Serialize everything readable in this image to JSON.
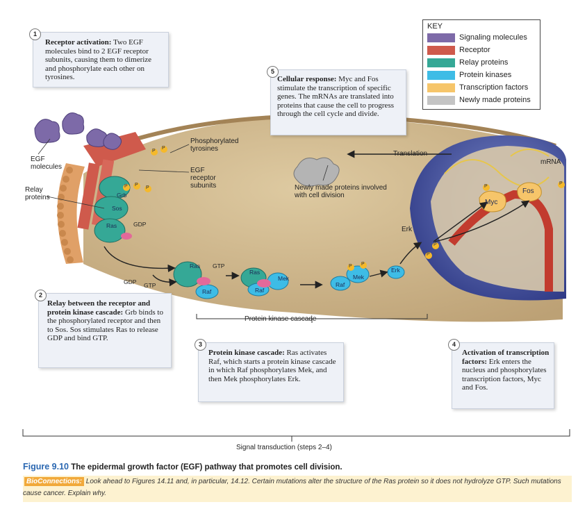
{
  "key": {
    "title": "KEY",
    "items": [
      {
        "label": "Signaling molecules",
        "color": "#7d6aa8"
      },
      {
        "label": "Receptor",
        "color": "#cf5a4c"
      },
      {
        "label": "Relay proteins",
        "color": "#35a896"
      },
      {
        "label": "Protein kinases",
        "color": "#3ebce6"
      },
      {
        "label": "Transcription factors",
        "color": "#f6c56a"
      },
      {
        "label": "Newly made proteins",
        "color": "#c4c4c4"
      }
    ]
  },
  "steps": {
    "s1": {
      "num": "1",
      "title": "Receptor activation:",
      "text": " Two EGF molecules bind to 2 EGF receptor subunits, causing them to dimerize and phosphorylate each other on tyrosines."
    },
    "s2": {
      "num": "2",
      "title": "Relay between the receptor and protein kinase cascade:",
      "text": " Grb binds to the phosphorylated receptor and then to Sos. Sos stimulates Ras to release GDP and bind GTP."
    },
    "s3": {
      "num": "3",
      "title": "Protein kinase cascade:",
      "text": " Ras activates Raf, which starts a protein kinase cascade in which Raf phosphorylates Mek, and then Mek phosphorylates Erk."
    },
    "s4": {
      "num": "4",
      "title": "Activation of transcription factors:",
      "text": " Erk enters the nucleus and phosphorylates transcription factors, Myc and Fos."
    },
    "s5": {
      "num": "5",
      "title": "Cellular response:",
      "text": " Myc and Fos stimulate the transcription of specific genes. The mRNAs are translated into proteins that cause the cell to progress through the cell cycle and divide."
    }
  },
  "labels": {
    "egf": "EGF molecules",
    "relay": "Relay proteins",
    "phosphorylated": "Phosphorylated tyrosines",
    "egf_receptor": "EGF receptor subunits",
    "newly_made": "Newly made proteins involved with cell division",
    "translation": "Translation",
    "mrna": "mRNA",
    "cascade": "Protein kinase cascade",
    "signal": "Signal transduction (steps 2–4)"
  },
  "molecules": {
    "grb": "Grb",
    "sos": "Sos",
    "ras": "Ras",
    "gdp": "GDP",
    "gtp": "GTP",
    "raf": "Raf",
    "mek": "Mek",
    "erk": "Erk",
    "myc": "Myc",
    "fos": "Fos",
    "p": "P"
  },
  "caption": {
    "figure": "Figure 9.10",
    "text": "The epidermal growth factor (EGF) pathway that promotes cell division."
  },
  "bio": {
    "tag": "BioConnections:",
    "text": "Look ahead to Figures 14.11 and, in particular, 14.12. Certain mutations alter the structure of the Ras protein so it does not hydrolyze GTP. Such mutations cause cancer. Explain why."
  }
}
